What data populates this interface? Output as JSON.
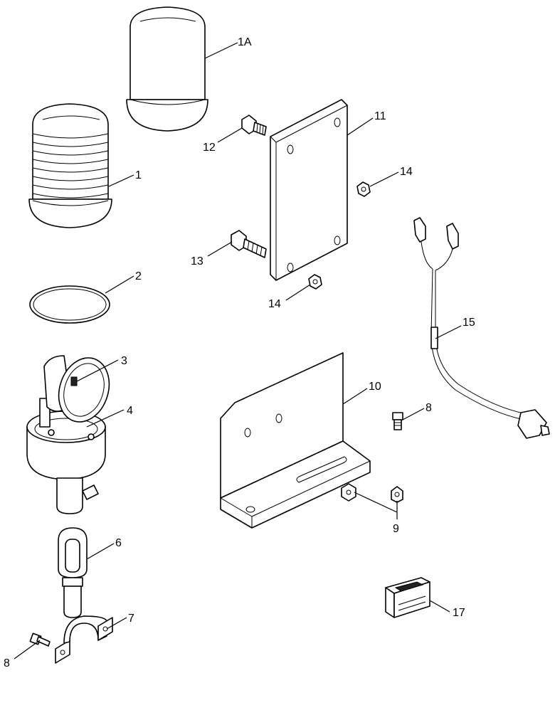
{
  "callouts": {
    "c1A": "1A",
    "c1": "1",
    "c2": "2",
    "c3": "3",
    "c4": "4",
    "c6": "6",
    "c7": "7",
    "c8a": "8",
    "c8b": "8",
    "c9": "9",
    "c10": "10",
    "c11": "11",
    "c12": "12",
    "c13": "13",
    "c14a": "14",
    "c14b": "14",
    "c15": "15",
    "c17": "17"
  }
}
